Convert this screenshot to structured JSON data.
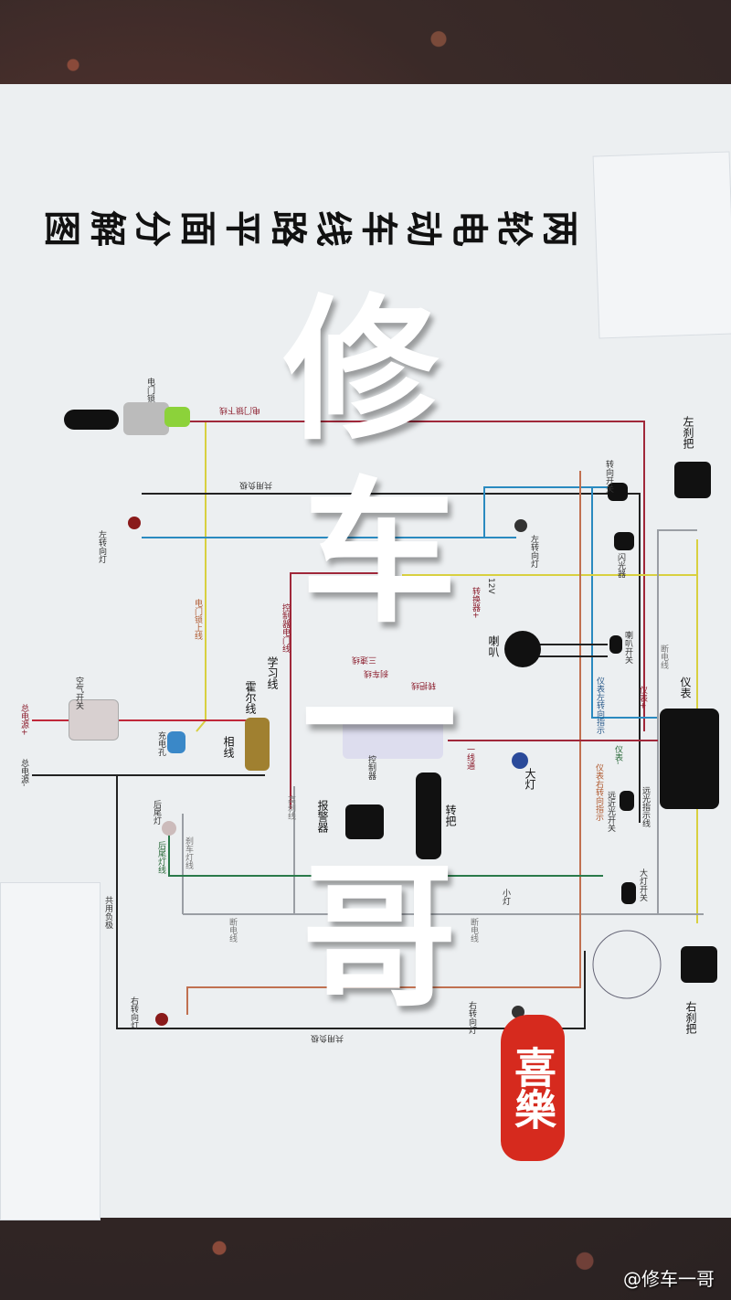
{
  "title": "两轮电动车线路平面分解图",
  "title_chars": [
    "两",
    "轮",
    "电",
    "动",
    "车",
    "线",
    "路",
    "平",
    "面",
    "分",
    "解",
    "图"
  ],
  "watermark": [
    "修",
    "车",
    "一",
    "哥"
  ],
  "seal": "喜樂",
  "footer": "@修车一哥",
  "labels": {
    "ignition_lock": "电门锁",
    "ignition_lower_wire": "电门锁下线",
    "ignition_upper_wire": "电门锁上线",
    "common_negative": "共用负极",
    "left_turn_lamp": "左转向灯",
    "right_turn_lamp": "右转向灯",
    "turn_switch": "转向开关",
    "flasher": "闪光器",
    "left_brake": "左刹把",
    "right_brake": "右刹把",
    "horn": "喇叭",
    "horn_switch": "喇叭开关",
    "meter": "仪表",
    "meter_plus": "仪表+",
    "meter_minus": "仪表-",
    "meter_left_indicator": "仪表左转向指示",
    "meter_right_indicator": "仪表右转向指示",
    "high_beam_indicator": "远光指示线",
    "dimmer_switch": "远近光开关",
    "headlight": "大灯",
    "headlight_switch": "大灯开关",
    "small_lamp": "小灯",
    "power_cut_wire": "断电线",
    "air_switch": "空气开关",
    "main_power_plus": "总电源+",
    "main_power_minus": "总电源-",
    "charge_port": "充电孔",
    "phase_wire": "相线",
    "hall_wire": "霍尔线",
    "learn_wire": "学习线",
    "controller_ignition_wire": "控制器电门线",
    "three_speed_wire": "三速线",
    "throttle_wire": "转把线",
    "brake_wire": "刹车线",
    "controller": "控制器",
    "one_wire": "一线通",
    "alarm": "报警器",
    "throttle": "转把",
    "high_brake_wire": "高刹线",
    "tail_lamp": "后尾灯",
    "brake_lamp_wire": "刹车灯线",
    "tail_lamp_wire": "后尾灯线",
    "voltage": "12V",
    "converter": "转换器+"
  },
  "colors": {
    "red_wire": "#a0283a",
    "yellow_wire": "#d8d040",
    "blue_wire": "#2a8ac0",
    "green_wire": "#2a7a4a",
    "black_wire": "#222222",
    "gray_wire": "#9a9ea4",
    "orange_wire": "#c07050",
    "seal": "#d62a1e"
  }
}
